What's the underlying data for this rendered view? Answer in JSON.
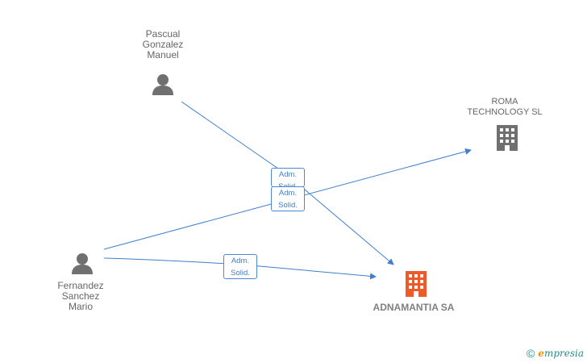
{
  "nodes": {
    "person_top": {
      "label": [
        "Pascual",
        "Gonzalez",
        "Manuel"
      ],
      "icon": "person-icon",
      "color": "#707070"
    },
    "person_left": {
      "label": [
        "Fernandez",
        "Sanchez",
        "Mario"
      ],
      "icon": "person-icon",
      "color": "#707070"
    },
    "company_roma": {
      "label": [
        "ROMA",
        "TECHNOLOGY SL"
      ],
      "icon": "building-icon",
      "color": "#707070"
    },
    "company_main": {
      "label": [
        "ADNAMANTIA SA"
      ],
      "icon": "building-icon",
      "color": "#f05a28"
    }
  },
  "relations": [
    {
      "line1": "Adm.",
      "line2": "Solid."
    },
    {
      "line1": "Adm.",
      "line2": "Solid."
    },
    {
      "line1": "Adm.",
      "line2": "Solid."
    }
  ],
  "edge_color": "#3f7fcc",
  "footer": {
    "copyright_symbol": "©",
    "brand_initial": "e",
    "brand_rest": "mpresia"
  }
}
